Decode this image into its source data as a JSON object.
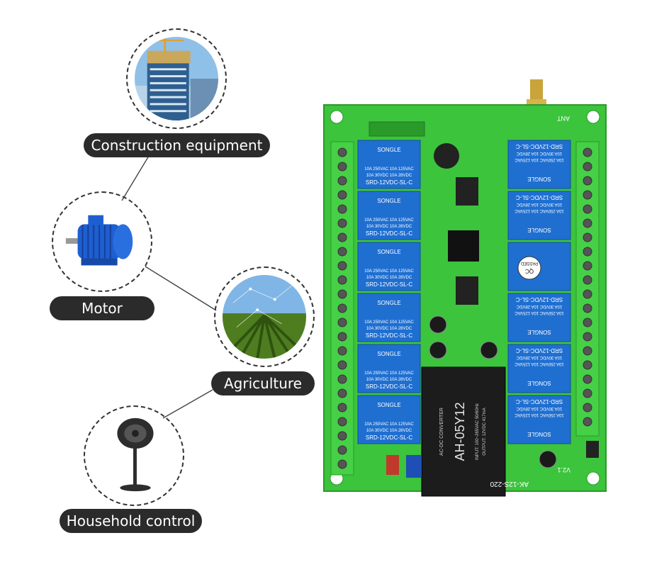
{
  "applications": [
    {
      "id": "construction",
      "label": "Construction equipment",
      "icon": "building-icon"
    },
    {
      "id": "motor",
      "label": "Motor",
      "icon": "motor-icon"
    },
    {
      "id": "agriculture",
      "label": "Agriculture",
      "icon": "field-icon"
    },
    {
      "id": "household",
      "label": "Household control",
      "icon": "fan-icon"
    }
  ],
  "board": {
    "antenna_label": "ANT",
    "model_label": "AK-12S-220",
    "version_label": "V2.1",
    "qc_label_1": "QC",
    "qc_label_2": "PASSED",
    "converter_brand": "AC-DC CONVERTER",
    "converter_model": "AH-05Y12",
    "converter_input": "INPUT: 100~265VAC 50/60Hz",
    "converter_output": "OUTPUT: 12VDC 417mA",
    "relay_brand": "SONGLE",
    "relay_rating_1": "10A 250VAC  10A 125VAC",
    "relay_rating_2": "10A 30VDC  10A 28VDC",
    "relay_model": "SRD-12VDC-SL-C",
    "relay_count_left": 6,
    "relay_count_right": 6
  },
  "colors": {
    "board": "#3cc43c",
    "board_dark": "#2ea22e",
    "relay": "#1f6fd1",
    "pill": "#2b2b2b",
    "terminal": "#3fcf3f"
  }
}
